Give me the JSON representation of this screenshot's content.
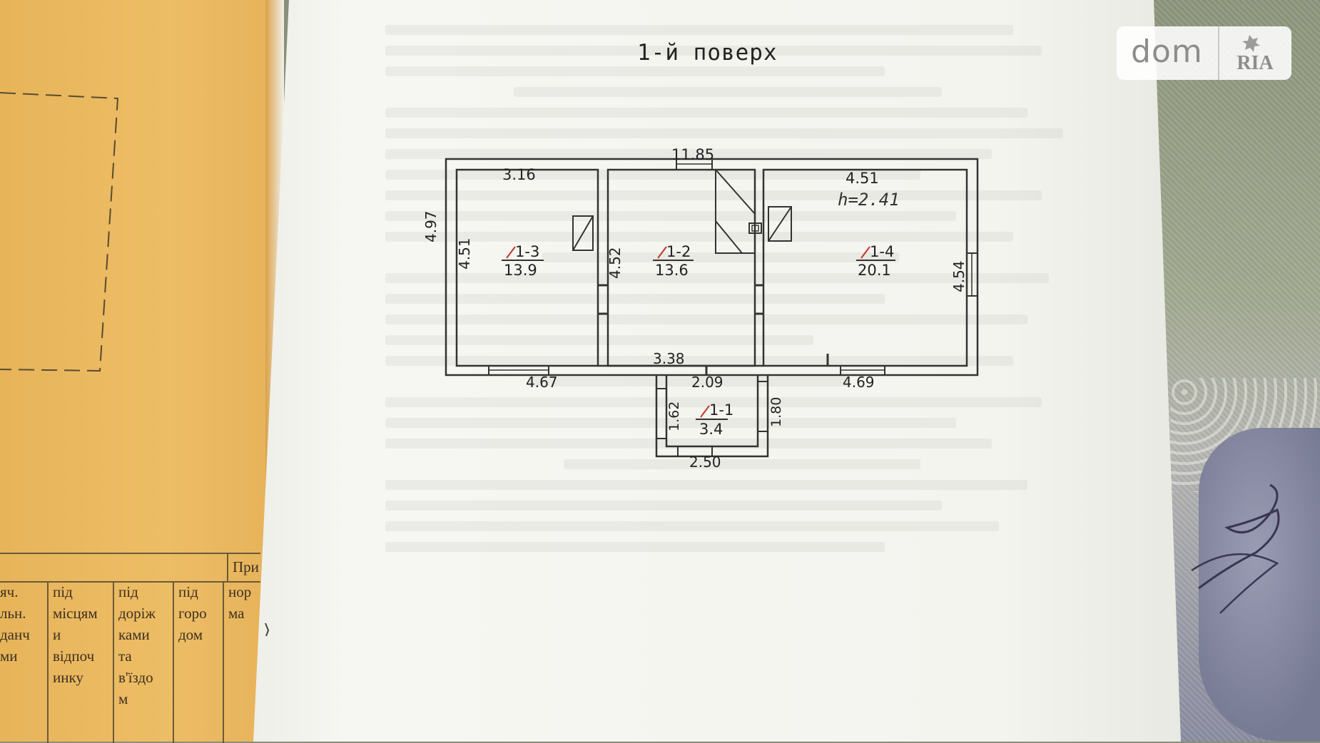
{
  "floor_title": "1-й поверх",
  "overall_width": "11.85",
  "ceiling_height": "h=2.41",
  "rooms": [
    {
      "code": "1-1",
      "area": "3.4"
    },
    {
      "code": "1-2",
      "area": "13.6"
    },
    {
      "code": "1-3",
      "area": "13.9"
    },
    {
      "code": "1-4",
      "area": "20.1"
    }
  ],
  "dimensions": {
    "room3_top": "3.16",
    "room4_top": "4.51",
    "left_outer": "4.97",
    "room3_left_inner": "4.51",
    "room2_left": "4.52",
    "room4_right": "4.54",
    "bottom_left": "4.67",
    "corridor_top": "3.38",
    "corridor_inner": "2.09",
    "bottom_right": "4.69",
    "room1_left": "1.62",
    "room1_right": "1.80",
    "room1_bottom": "2.50"
  },
  "folder_table": {
    "header_right": "При",
    "columns": [
      "яч.\nльн.\nданч\nми",
      "під\nмісцям\nи\nвідпоч\nинку",
      "під\nдоріж\nками\nта\nв'їздо\nм",
      "під\nгоро\nдом",
      "нор\nма"
    ]
  },
  "watermark": {
    "left": "dom",
    "right": "RIA"
  }
}
